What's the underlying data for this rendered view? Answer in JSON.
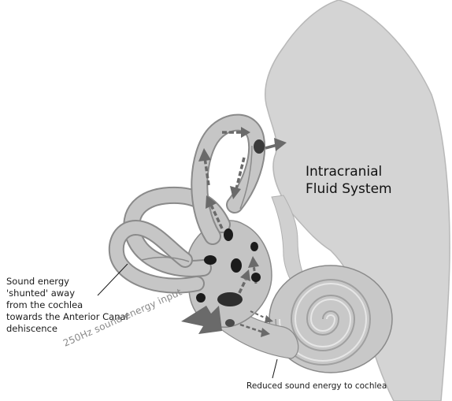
{
  "labels": {
    "fluid_system": "Intracranial\nFluid System",
    "shunted": "Sound energy\n'shunted' away\nfrom the cochlea\ntowards the Anterior Canal\ndehiscence",
    "reduced": "Reduced sound energy to cochlea",
    "input": "250Hz sound energy input"
  },
  "colors": {
    "brain": "#d2d2d2",
    "labyrinth": "#c4c4c4",
    "labyrinth_outline": "#8a8a8a",
    "arrow": "#6a6a6a",
    "blob": "#1b1b1b"
  }
}
